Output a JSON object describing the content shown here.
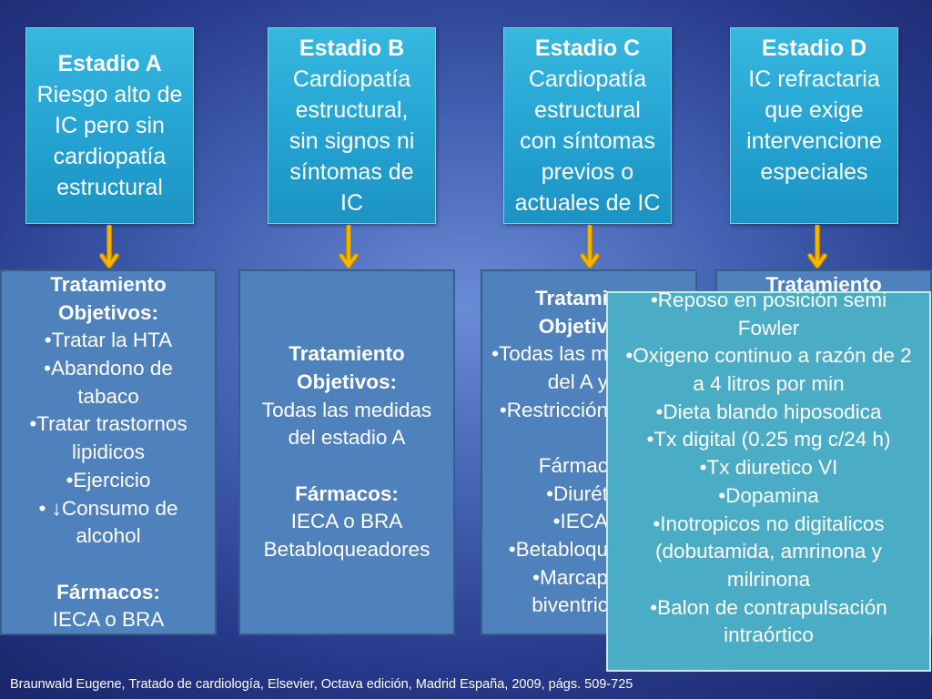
{
  "stages": [
    {
      "title": "Estadio A",
      "lines": [
        "Riesgo alto de",
        "IC pero sin",
        "cardiopatía",
        "estructural"
      ]
    },
    {
      "title": "Estadio B",
      "lines": [
        "Cardiopatía",
        "estructural,",
        "sin signos ni",
        "síntomas de",
        "IC"
      ]
    },
    {
      "title": "Estadio C",
      "lines": [
        "Cardiopatía",
        "estructural",
        "con síntomas",
        "previos o",
        "actuales de IC"
      ]
    },
    {
      "title": "Estadio D",
      "lines": [
        "IC refractaria",
        "que exige",
        "intervencione",
        "especiales"
      ]
    }
  ],
  "treatments": [
    {
      "lines": [
        "Tratamiento",
        "Objetivos:",
        "•Tratar la HTA",
        "•Abandono de",
        "tabaco",
        "•Tratar trastornos",
        "lipidicos",
        "•Ejercicio",
        "• ↓Consumo de",
        "alcohol",
        "Fármacos:",
        "IECA o BRA"
      ]
    },
    {
      "lines": [
        "Tratamiento",
        "Objetivos:",
        "Todas las medidas",
        "del estadio A",
        "Fármacos:",
        "IECA o BRA",
        "Betabloqueadores"
      ]
    },
    {
      "lines": [
        "Tratami",
        "Objetiv",
        "•Todas las m",
        "del A y",
        "•Restricción",
        "Fármac",
        "•Diurét",
        "•IECA",
        "•Betabloqu",
        "•Marcap",
        "biventric"
      ]
    },
    {
      "lines": [
        "Tratamiento"
      ]
    }
  ],
  "overlay": {
    "lines": [
      "•Reposo en posición semi",
      "Fowler",
      "•Oxigeno continuo a razón de 2",
      "a 4 litros por min",
      "•Dieta blando hiposodica",
      "•Tx digital (0.25 mg c/24 h)",
      "•Tx diuretico VI",
      "•Dopamina",
      "•Inotropicos no digitalicos",
      "(dobutamida, amrinona y",
      "milrinona",
      "•Balon de contrapulsación",
      "intraórtico"
    ]
  },
  "citation": "Braunwald Eugene, Tratado de cardiología, Elsevier, Octava edición, Madrid España, 2009, págs. 509-725",
  "icons": [
    "down-arrow-icon",
    "down-arrow-icon",
    "down-arrow-icon",
    "down-arrow-icon"
  ],
  "colors": {
    "bg-center": "#6a8bd6",
    "bg-mid": "#4261b2",
    "bg-dark": "#27398a",
    "bg-edge": "#19266a",
    "stage-top": "#36b8df",
    "stage-bottom": "#1b93c3",
    "treatment-fill": "#4f81bd",
    "treatment-border": "#385d8a",
    "overlay-fill": "#4bacc6",
    "overlay-border": "#cfe3ea",
    "arrow": "#f5b800",
    "arrow-edge": "#b98300",
    "text": "#ffffff"
  }
}
